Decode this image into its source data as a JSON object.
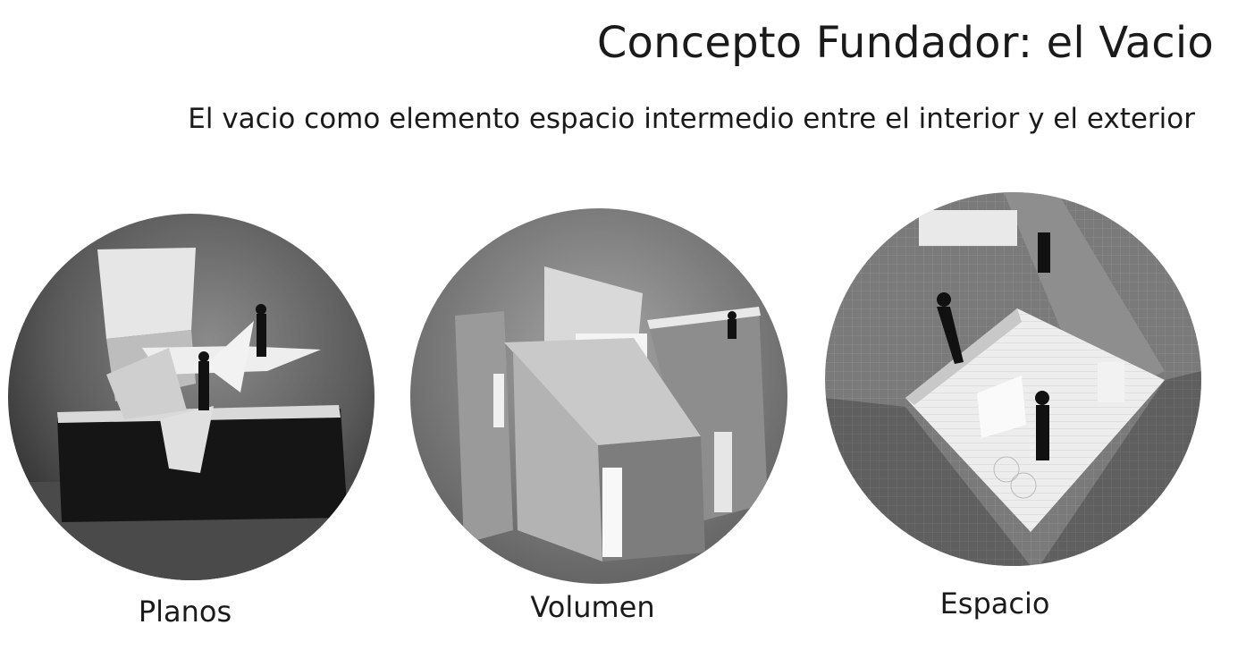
{
  "header": {
    "title": "Concepto Fundador: el Vacio",
    "subtitle": "El vacio como elemento espacio intermedio entre el interior y el exterior"
  },
  "photos": [
    {
      "caption": "Planos"
    },
    {
      "caption": "Volumen"
    },
    {
      "caption": "Espacio"
    }
  ]
}
